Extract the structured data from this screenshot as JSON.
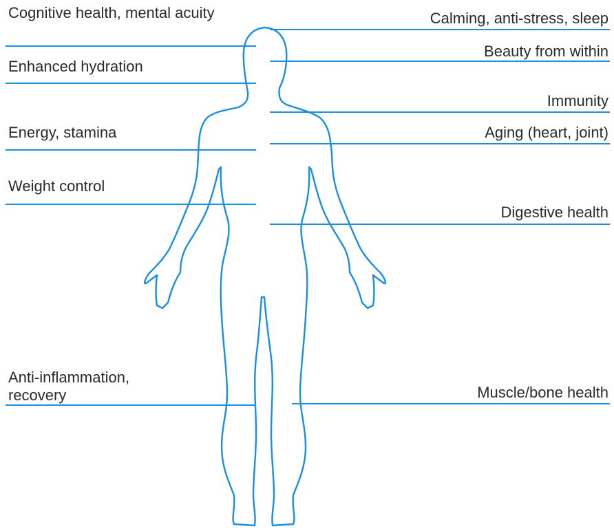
{
  "accent_color": "#1a8fe0",
  "text_color": "#2a2a2a",
  "outline_icon": "human-body-outline-icon",
  "left_labels": [
    {
      "id": "cognitive",
      "text": "Cognitive health, mental acuity"
    },
    {
      "id": "hydration",
      "text": "Enhanced hydration"
    },
    {
      "id": "energy",
      "text": "Energy, stamina"
    },
    {
      "id": "weight",
      "text": "Weight control"
    },
    {
      "id": "inflammation",
      "text": "Anti-inflammation, recovery"
    }
  ],
  "right_labels": [
    {
      "id": "calming",
      "text": "Calming, anti-stress, sleep"
    },
    {
      "id": "beauty",
      "text": "Beauty from within"
    },
    {
      "id": "immunity",
      "text": "Immunity"
    },
    {
      "id": "aging",
      "text": "Aging (heart, joint)"
    },
    {
      "id": "digestive",
      "text": "Digestive health"
    },
    {
      "id": "muscle",
      "text": "Muscle/bone health"
    }
  ]
}
